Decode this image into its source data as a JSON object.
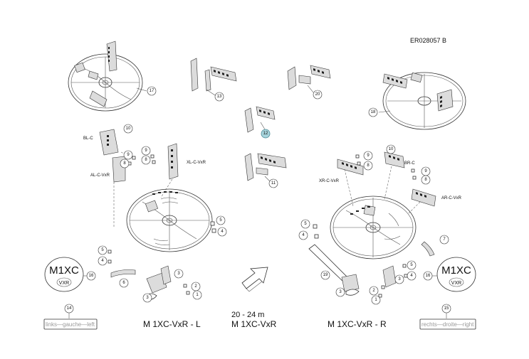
{
  "doc_ref": "ER028057 B",
  "speed_range": "20 - 24 m",
  "titles": {
    "left": "M 1XC-VxR - L",
    "center": "M 1XC-VxR",
    "right": "M 1XC-VxR - R"
  },
  "badge": {
    "main": "M1XC",
    "sub": "VXR"
  },
  "stickers": {
    "left": "links—gauche—left",
    "right": "rechts—droite—right"
  },
  "part_labels": {
    "bl_c": "BL-C",
    "al_c_vxr": "AL-C-VxR",
    "xl_c_vxr": "XL-C-VxR",
    "xr_c_vxr": "XR-C-VxR",
    "br_c": "BR-C",
    "ar_c_vxr": "AR-C-VxR"
  },
  "callouts": {
    "c17": "17",
    "c13": "13",
    "c20": "20",
    "c18": "18",
    "c12": "12",
    "c11": "11",
    "c10a": "10",
    "c9a": "9",
    "c8a": "8",
    "c9b": "9",
    "c8b": "8",
    "c5a": "5",
    "c4a": "4",
    "c5b": "5",
    "c4b": "4",
    "c6": "6",
    "c16a": "16",
    "c3a": "3",
    "c3b": "3",
    "c2a": "2",
    "c1a": "1",
    "c14": "14",
    "c9c": "9",
    "c8c": "8",
    "c10b": "10",
    "c9d": "9",
    "c8d": "8",
    "c5c": "5",
    "c4c": "4",
    "c7": "7",
    "c5d": "5",
    "c4d": "4",
    "c19": "19",
    "c3c": "3",
    "c3d": "3",
    "c2b": "2",
    "c1b": "1",
    "c16b": "16",
    "c15": "15"
  }
}
